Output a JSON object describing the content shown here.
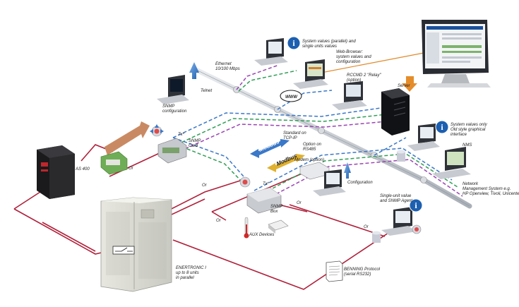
{
  "colors": {
    "power_line": "#b0203a",
    "ethernet_trunk": "#c9ccd1",
    "modbus_line": "#3a78c8",
    "protocol_line": "#2f9e55",
    "snmp_line": "#9a44b4",
    "accent_info": "#1d5fb0",
    "arrow_blue": "#2b73c6"
  },
  "labels": {
    "as400": "AS 400",
    "profibus": "Profibus",
    "modbus_tcp": "Modbus",
    "modbus_rtu": "Modbus",
    "snmp_card_tx": "Tx*",
    "snmp_card": "SNMP\nCard",
    "snmp_box_tx": "Tx*",
    "snmp_box": "SNMP\nBox",
    "aux_devices": "AUX Devices",
    "eneutronic": "ENERTRONIC I\nup to 8 units\nin parallel",
    "benning_protocol": "BENNING Protocol\n(serial RS232)",
    "snmp_config": "SNMP\nconfiguration",
    "telnet": "Telnet",
    "ethernet": "Ethernet\n10/100 Mbps",
    "sys_values_parallel": "System values (parallel) and\nsingle units values",
    "web_browser": "Web-Browser:\nsystem values and\nconfiguration",
    "www": "WWW",
    "rccmd": "RCCMD 2 \"Relay\"\n(option)",
    "server": "Server",
    "sys_values_old": "System values only\nOld style graphical\ninterface",
    "nms": "NMS",
    "nms_desc": "Network\nManagement System e.g.\nHP Openview, Tivoli, Unicenter",
    "standard_tcp": "Standard on\nTCP-IP",
    "option_rs485": "Option on\nRS485",
    "modem": "Modem (option)",
    "configuration": "Configuration",
    "single_unit_snmp": "Single-unit value\nand SNMP Agent",
    "or_1": "Or",
    "or_2": "Or",
    "or_3": "Or",
    "or_4": "Or",
    "or_5": "Or",
    "info_i": "i"
  }
}
